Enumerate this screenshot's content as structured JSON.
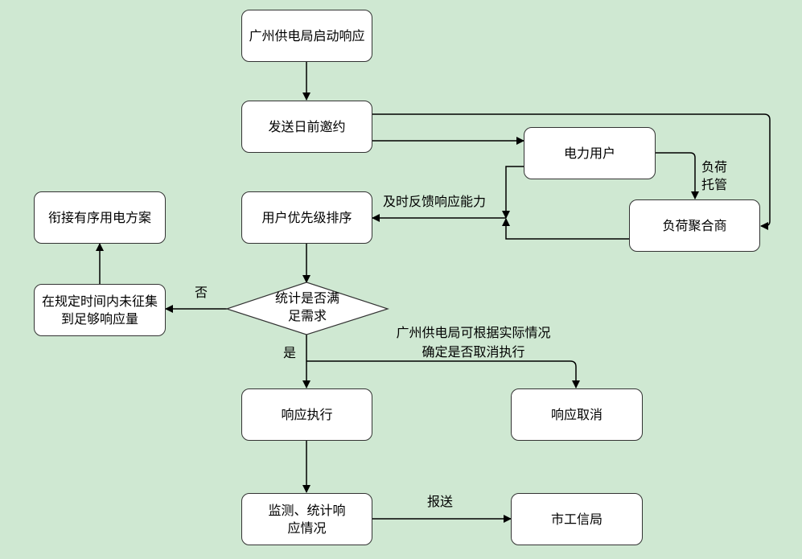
{
  "colors": {
    "background": "#cfe8d2",
    "node_fill": "#ffffff",
    "stroke": "#000000"
  },
  "nodes": {
    "start": "广州供电局启动响应",
    "invite": "发送日前邀约",
    "power_user": "电力用户",
    "aggregator": "负荷聚合商",
    "priority": "用户优先级排序",
    "decision": "统计是否满足需求",
    "fallback": "在规定时间内未征集到足够响应量",
    "orderly": "衔接有序用电方案",
    "execute": "响应执行",
    "cancel": "响应取消",
    "monitor": "监测、统计响应情况",
    "city": "市工信局"
  },
  "edge_labels": {
    "load_trust": "负荷托管",
    "feedback": "及时反馈响应能力",
    "no": "否",
    "yes": "是",
    "cancel_note": "广州供电局可根据实际情况确定是否取消执行",
    "report": "报送"
  }
}
